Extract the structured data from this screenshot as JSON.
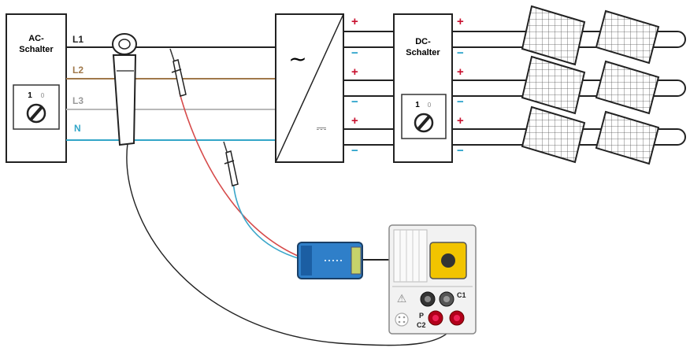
{
  "ac_switch": {
    "label_line1": "AC-",
    "label_line2": "Schalter",
    "pos_on": "1",
    "pos_off": "0"
  },
  "dc_switch": {
    "label_line1": "DC-",
    "label_line2": "Schalter",
    "pos_on": "1",
    "pos_off": "0"
  },
  "conductors": [
    {
      "label": "L1",
      "color": "#222222"
    },
    {
      "label": "L2",
      "color": "#a0784a"
    },
    {
      "label": "L3",
      "color": "#9a9a9a"
    },
    {
      "label": "N",
      "color": "#33a6c8"
    }
  ],
  "inverter": {
    "ac_symbol": "~",
    "dc_symbol": "⎓"
  },
  "polarity": {
    "plus": "+",
    "minus": "−",
    "plus_color": "#c8102e",
    "minus_color": "#1e9ec7"
  },
  "instrument": {
    "terminal_c1": "C1",
    "terminal_p": "P",
    "terminal_c2": "C2",
    "warning_symbol": "⚠"
  },
  "colors": {
    "probe_red": "#d64a4a",
    "probe_blue": "#3aa6c9",
    "adapter_blue": "#2f7fc9",
    "socket_yellow": "#f2c400",
    "terminal_red": "#b3001b"
  }
}
